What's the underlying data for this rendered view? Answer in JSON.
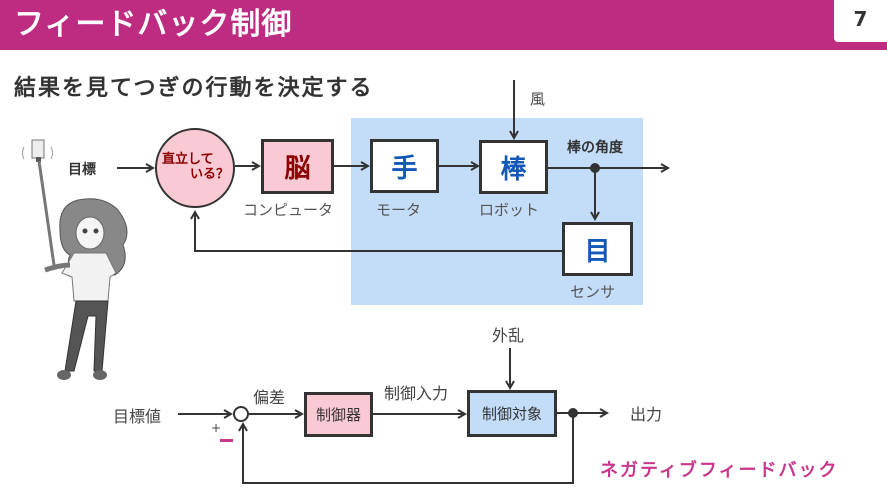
{
  "header": {
    "title": "フィードバック制御",
    "page_number": "7"
  },
  "subtitle": "結果を見てつぎの行動を決定する",
  "top_diagram": {
    "target_label": "目標",
    "comparator_text_line1": "直立して",
    "comparator_text_line2": "いる？",
    "blocks": [
      {
        "symbol": "脳",
        "caption": "コンピュータ"
      },
      {
        "symbol": "手",
        "caption": "モータ"
      },
      {
        "symbol": "棒",
        "caption": "ロボット"
      },
      {
        "symbol": "目",
        "caption": "センサ"
      }
    ],
    "disturbance_label": "風",
    "output_label": "棒の角度"
  },
  "bottom_diagram": {
    "reference_label": "目標値",
    "plus_sign": "+",
    "minus_sign": "−",
    "error_label": "偏差",
    "controller_label": "制御器",
    "control_input_label": "制御入力",
    "plant_label": "制御対象",
    "disturbance_label": "外乱",
    "output_label": "出力"
  },
  "footer_label": "ネガティブフィードバック",
  "colors": {
    "header_bg": "#bd2c80",
    "accent_pink": "#c8378c",
    "block_pink": "#f9c9d4",
    "block_blue": "#c3dcf8",
    "dark_red": "#8b0000",
    "blue_text": "#1558b8"
  }
}
